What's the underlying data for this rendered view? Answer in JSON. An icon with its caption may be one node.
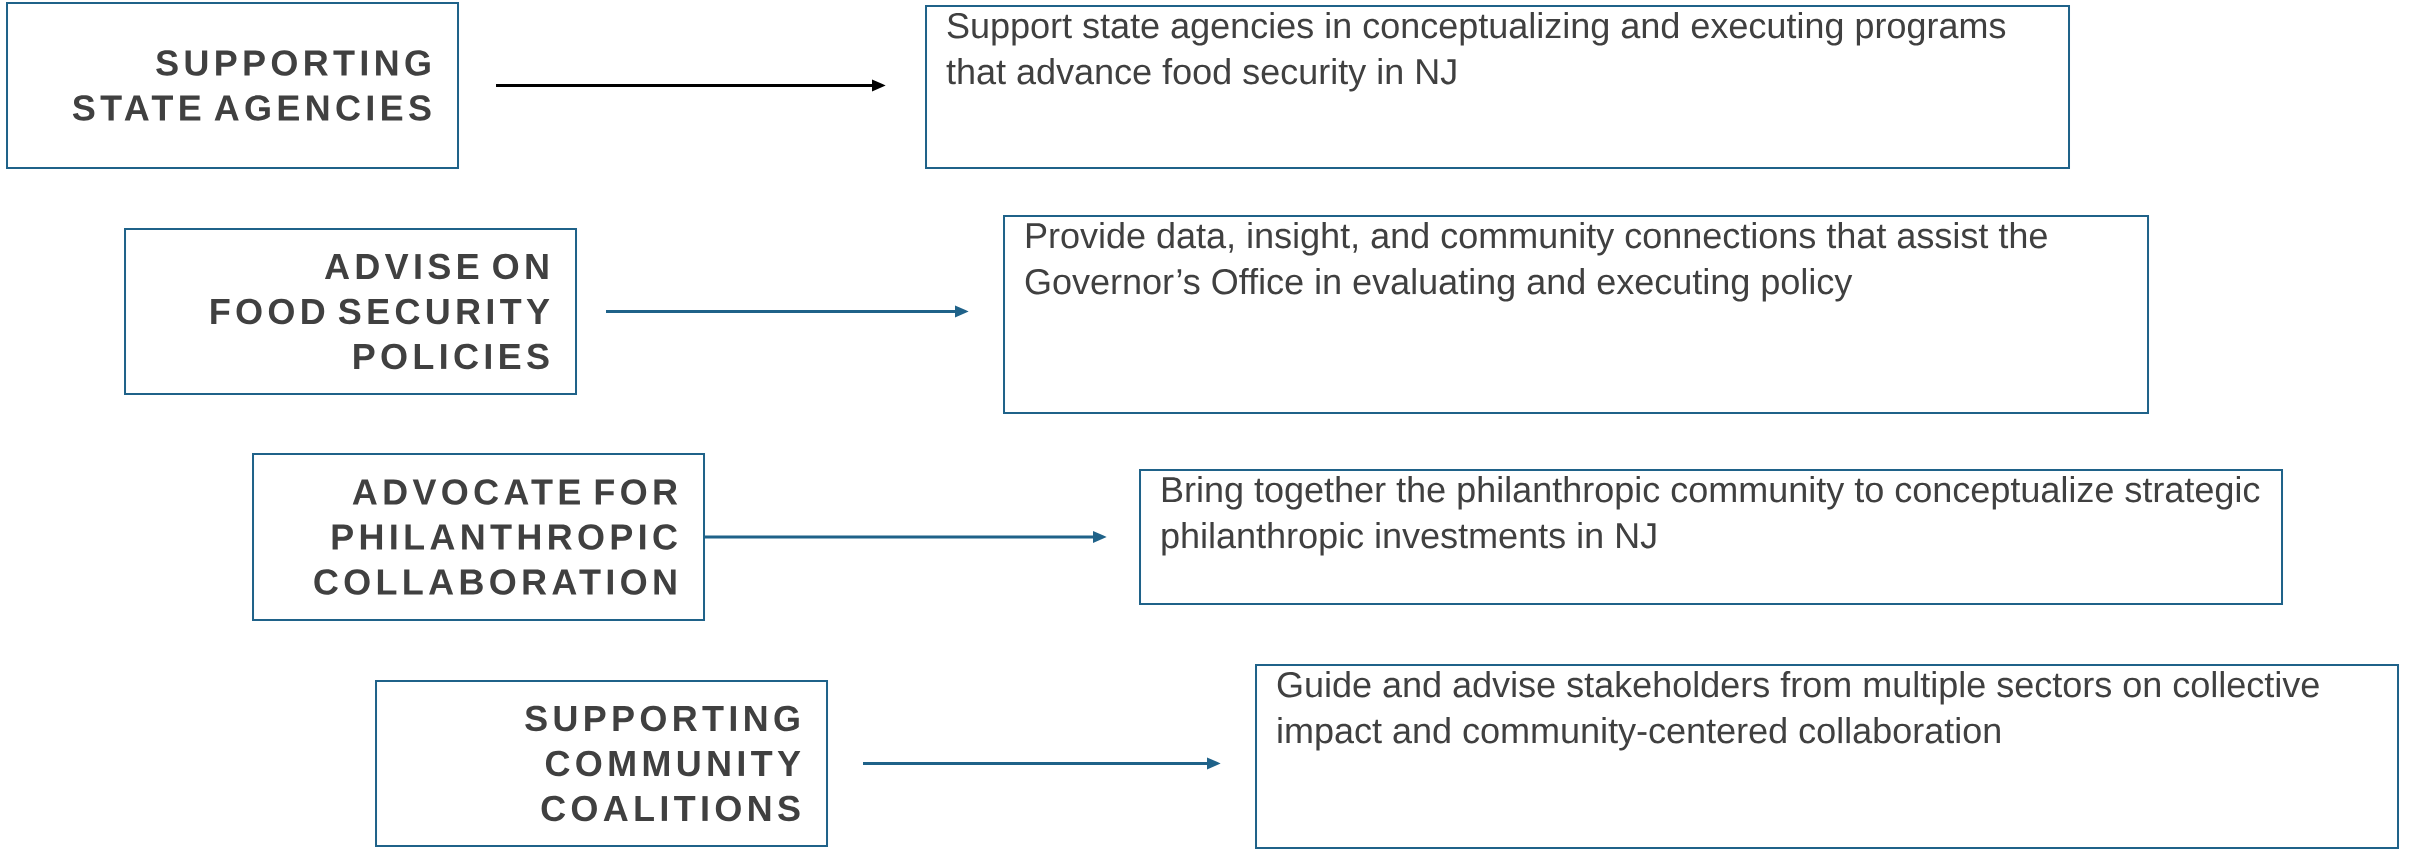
{
  "diagram": {
    "nodes": [
      {
        "text": [
          "SUPPORTING STATE AGENCIES"
        ]
      },
      {
        "text": [
          "Support state agencies in conceptualizing and executing programs that advance food security in NJ"
        ]
      },
      {
        "text": [
          "ADVISE ON FOOD SECURITY POLICIES"
        ]
      },
      {
        "text": [
          "Provide data, insight, and community connections that assist the Governor’s Office in evaluating and executing policy"
        ]
      },
      {
        "text": [
          "ADVOCATE FOR PHILANTHROPIC COLLABORATION"
        ]
      },
      {
        "text": [
          "Bring together the philanthropic community to conceptualize strategic philanthropic investments in NJ"
        ]
      },
      {
        "text": [
          "SUPPORTING COMMUNITY COALITIONS"
        ]
      },
      {
        "text": [
          "Guide and advise stakeholders from multiple sectors on collective impact and community-centered collaboration"
        ]
      }
    ],
    "edges": [
      {
        "from": 0,
        "to": 1,
        "arrow": "to",
        "color": "#000000"
      },
      {
        "from": 2,
        "to": 3,
        "arrow": "to"
      },
      {
        "from": 4,
        "to": 5,
        "arrow": "to"
      },
      {
        "from": 6,
        "to": 7,
        "arrow": "to"
      }
    ]
  }
}
